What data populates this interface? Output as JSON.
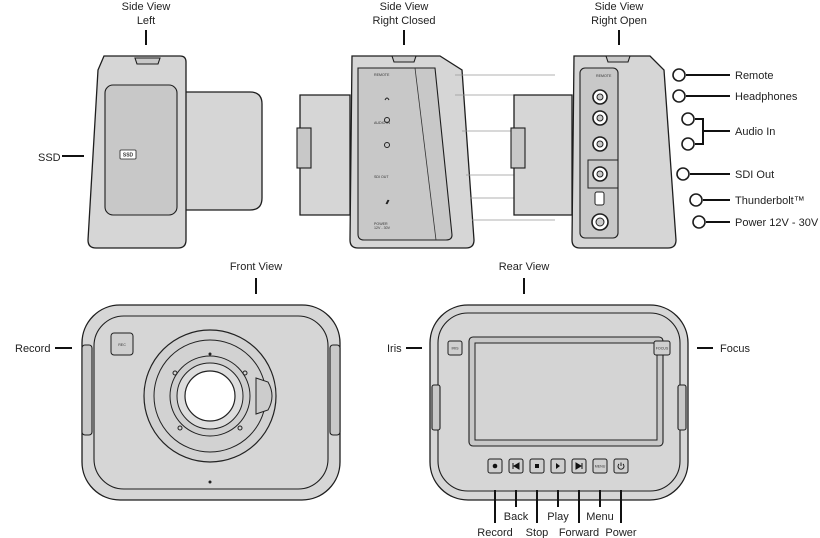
{
  "views": {
    "side_left": "Side View\nLeft",
    "side_left_l1": "Side View",
    "side_left_l2": "Left",
    "side_right_closed_l1": "Side View",
    "side_right_closed_l2": "Right Closed",
    "side_right_open_l1": "Side View",
    "side_right_open_l2": "Right Open",
    "front": "Front View",
    "rear": "Rear View"
  },
  "callouts": {
    "ssd": "SSD",
    "remote": "Remote",
    "headphones": "Headphones",
    "audio_in": "Audio In",
    "sdi_out": "SDI Out",
    "thunderbolt": "Thunderbolt™",
    "power_in": "Power 12V - 30V",
    "record_front": "Record",
    "iris": "Iris",
    "focus": "Focus",
    "rear_buttons": [
      "Record",
      "Back",
      "Stop",
      "Play",
      "Forward",
      "Menu",
      "Power"
    ]
  },
  "device_text": {
    "ssd_badge": "SSD",
    "remote": "REMOTE",
    "audio_in": "AUDIO IN",
    "sdi_out": "SDI OUT",
    "power": "POWER",
    "power_range": "12V - 30V",
    "rec": "REC",
    "iris": "IRIS",
    "focus": "FOCUS",
    "menu": "MENU"
  }
}
